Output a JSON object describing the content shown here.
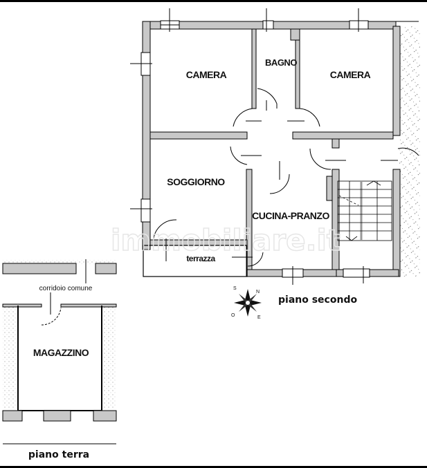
{
  "second_floor": {
    "title": "piano secondo",
    "rooms": [
      {
        "id": "camera-left",
        "label": "CAMERA"
      },
      {
        "id": "bagno",
        "label": "BAGNO"
      },
      {
        "id": "camera-right",
        "label": "CAMERA"
      },
      {
        "id": "soggiorno",
        "label": "SOGGIORNO"
      },
      {
        "id": "cucina",
        "label": "CUCINA-PRANZO"
      },
      {
        "id": "terrazza",
        "label": "terrazza"
      }
    ]
  },
  "ground_floor": {
    "title": "piano terra",
    "corridor_label": "corridoio comune",
    "rooms": [
      {
        "id": "magazzino",
        "label": "MAGAZZINO"
      }
    ]
  },
  "compass": {
    "letters": [
      "N",
      "E",
      "S",
      "O"
    ]
  },
  "watermark": "immobiliare.it",
  "colors": {
    "wall_fill": "#c8c8c8",
    "wall_stroke": "#000000",
    "background": "#ffffff"
  }
}
